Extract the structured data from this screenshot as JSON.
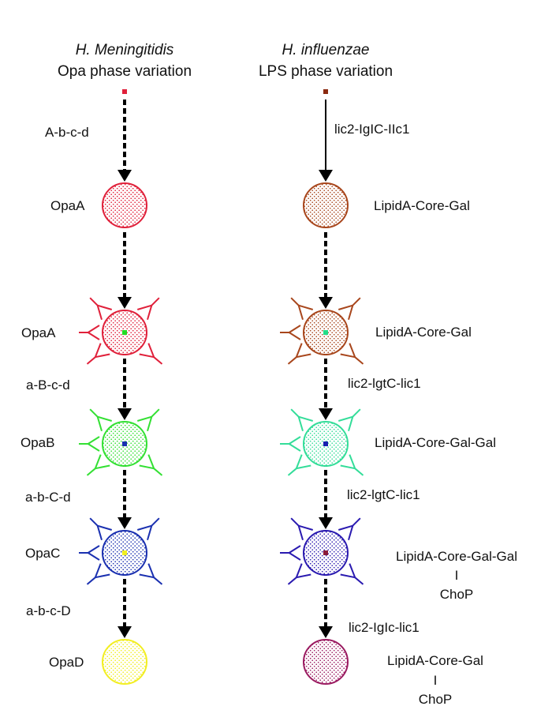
{
  "left_column": {
    "species": "H. Meningitidis",
    "title": "Opa phase variation",
    "start_color": "#e0203a",
    "transitions": [
      "A-b-c-d",
      "",
      "a-B-c-d",
      "a-b-C-d",
      "a-b-c-D"
    ],
    "transition_styles": [
      "dashed",
      "dashed",
      "dashed",
      "dashed",
      "dashed"
    ],
    "stages": [
      {
        "label": "OpaA",
        "color": "#e0203a",
        "antennae": false,
        "core_dot": null
      },
      {
        "label": "OpaA",
        "color": "#e0203a",
        "antennae": true,
        "core_dot": "#22dd22"
      },
      {
        "label": "OpaB",
        "color": "#33e033",
        "antennae": true,
        "core_dot": "#1a30b0"
      },
      {
        "label": "OpaC",
        "color": "#1a30b0",
        "antennae": true,
        "core_dot": "#f0f020"
      },
      {
        "label": "OpaD",
        "color": "#f2ee22",
        "antennae": false,
        "core_dot": null
      }
    ]
  },
  "right_column": {
    "species": "H. influenzae",
    "title": "LPS phase variation",
    "start_color": "#8b2a10",
    "transitions": [
      "lic2-IgIC-IIc1",
      "",
      "lic2-lgtC-lic1",
      "lic2-lgtC-lic1",
      "lic2-IgIc-lic1"
    ],
    "transition_styles": [
      "solid",
      "dashed",
      "dashed",
      "dashed",
      "dashed"
    ],
    "stages": [
      {
        "label": [
          "LipidA-Core-Gal"
        ],
        "color": "#a8461c",
        "antennae": false,
        "core_dot": null
      },
      {
        "label": [
          "LipidA-Core-Gal"
        ],
        "color": "#a8461c",
        "antennae": true,
        "core_dot": "#22dd88"
      },
      {
        "label": [
          "LipidA-Core-Gal-Gal"
        ],
        "color": "#33dd99",
        "antennae": true,
        "core_dot": "#1a20b0"
      },
      {
        "label": [
          "LipidA-Core-Gal-Gal",
          "I",
          "ChoP"
        ],
        "color": "#2a1ab0",
        "antennae": true,
        "core_dot": "#8b1a3a"
      },
      {
        "label": [
          "LipidA-Core-Gal",
          "I",
          "ChoP"
        ],
        "color": "#9a1a60",
        "antennae": false,
        "core_dot": null
      }
    ]
  }
}
